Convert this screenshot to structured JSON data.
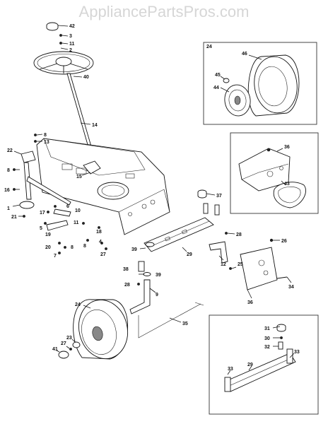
{
  "watermark": "AppliancePartsPros.com",
  "callouts": [
    {
      "id": "42",
      "text": "42"
    },
    {
      "id": "3",
      "text": "3"
    },
    {
      "id": "11a",
      "text": "11"
    },
    {
      "id": "2a",
      "text": "2"
    },
    {
      "id": "40",
      "text": "40"
    },
    {
      "id": "14",
      "text": "14"
    },
    {
      "id": "8a",
      "text": "8"
    },
    {
      "id": "13",
      "text": "13"
    },
    {
      "id": "22",
      "text": "22"
    },
    {
      "id": "8b",
      "text": "8"
    },
    {
      "id": "15",
      "text": "15"
    },
    {
      "id": "16",
      "text": "16"
    },
    {
      "id": "1",
      "text": "1"
    },
    {
      "id": "21",
      "text": "21"
    },
    {
      "id": "17",
      "text": "17"
    },
    {
      "id": "6",
      "text": "6"
    },
    {
      "id": "10",
      "text": "10"
    },
    {
      "id": "5",
      "text": "5"
    },
    {
      "id": "19",
      "text": "19"
    },
    {
      "id": "11b",
      "text": "11"
    },
    {
      "id": "18",
      "text": "18"
    },
    {
      "id": "20",
      "text": "20"
    },
    {
      "id": "8c",
      "text": "8"
    },
    {
      "id": "7",
      "text": "7"
    },
    {
      "id": "8d",
      "text": "8"
    },
    {
      "id": "4",
      "text": "4"
    },
    {
      "id": "27",
      "text": "27"
    },
    {
      "id": "37",
      "text": "37"
    },
    {
      "id": "28a",
      "text": "28"
    },
    {
      "id": "39a",
      "text": "39"
    },
    {
      "id": "29a",
      "text": "29"
    },
    {
      "id": "26",
      "text": "26"
    },
    {
      "id": "12",
      "text": "12"
    },
    {
      "id": "25",
      "text": "25"
    },
    {
      "id": "38",
      "text": "38"
    },
    {
      "id": "39b",
      "text": "39"
    },
    {
      "id": "34",
      "text": "34"
    },
    {
      "id": "28b",
      "text": "28"
    },
    {
      "id": "9",
      "text": "9"
    },
    {
      "id": "36a",
      "text": "36"
    },
    {
      "id": "24a",
      "text": "24"
    },
    {
      "id": "35",
      "text": "35"
    },
    {
      "id": "23",
      "text": "23"
    },
    {
      "id": "41",
      "text": "41"
    },
    {
      "id": "27b",
      "text": "27"
    },
    {
      "id": "24b",
      "text": "24"
    },
    {
      "id": "46",
      "text": "46"
    },
    {
      "id": "45",
      "text": "45"
    },
    {
      "id": "44",
      "text": "44"
    },
    {
      "id": "36b",
      "text": "36"
    },
    {
      "id": "43",
      "text": "43"
    },
    {
      "id": "31",
      "text": "31"
    },
    {
      "id": "30",
      "text": "30"
    },
    {
      "id": "32",
      "text": "32"
    },
    {
      "id": "33a",
      "text": "33"
    },
    {
      "id": "33b",
      "text": "33"
    },
    {
      "id": "29b",
      "text": "29"
    }
  ]
}
